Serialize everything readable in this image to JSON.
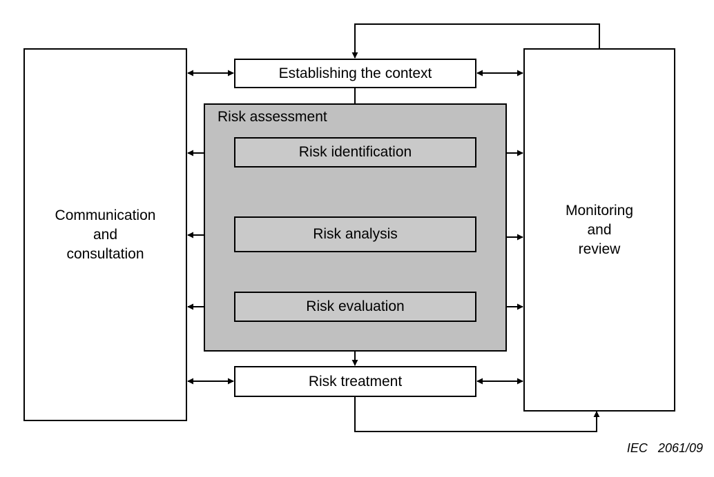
{
  "diagram": {
    "side_boxes": {
      "left": "Communication\nand\nconsultation",
      "right": "Monitoring\nand\nreview"
    },
    "group": {
      "label": "Risk assessment"
    },
    "steps": {
      "context": "Establishing the context",
      "identification": "Risk identification",
      "analysis": "Risk analysis",
      "evaluation": "Risk evaluation",
      "treatment": "Risk treatment"
    },
    "credit": "IEC   2061/09"
  },
  "colors": {
    "line": "#000000",
    "group_fill": "#c0c0c0",
    "step_fill": "#c9c9c9",
    "box_fill": "#ffffff"
  }
}
